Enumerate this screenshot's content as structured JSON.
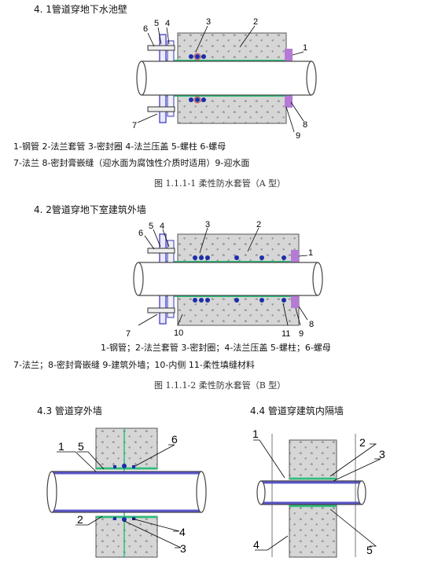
{
  "section1": {
    "title": "4. 1管道穿地下水池壁",
    "legend_line1": "1-钢管 2-法兰套管 3-密封圈 4-法兰压盖 5-螺柱 6-螺母",
    "legend_line2": "7-法兰 8-密封膏嵌缝（迎水面为腐蚀性介质时适用）9-迎水面",
    "caption": "图 1.1.1-1 柔性防水套管（A 型）",
    "callouts": [
      "6",
      "5",
      "4",
      "3",
      "2",
      "1",
      "7",
      "8",
      "9"
    ]
  },
  "section2": {
    "title": "4. 2管道穿地下室建筑外墙",
    "legend_line1": "1-钢管；2-法兰套管 3-密封圈；4-法兰压盖 5-螺柱；6-螺母",
    "legend_line2": "7-法兰；8-密封膏嵌缝 9-建筑外墙；10-内侧 11-柔性填缝材料",
    "caption": "图 1.1.1-2 柔性防水套管（B 型）",
    "callouts": [
      "6",
      "5",
      "4",
      "3",
      "2",
      "1",
      "7",
      "10",
      "11",
      "9",
      "8"
    ]
  },
  "section3": {
    "title": "4.3 管道穿外墙",
    "callouts": [
      "1",
      "5",
      "6",
      "2",
      "4",
      "3"
    ]
  },
  "section4": {
    "title": "4.4 管道穿建筑内隔墙",
    "callouts": [
      "1",
      "2",
      "3",
      "4",
      "5"
    ]
  },
  "colors": {
    "wall": "#d8d8d8",
    "wall_stroke": "#555555",
    "pipe": "#ffffff",
    "pipe_stroke": "#444444",
    "sleeve": "#5a55c8",
    "green": "#2bbf7a",
    "purple": "#b57ad6",
    "seal": "#1a2fa8"
  }
}
